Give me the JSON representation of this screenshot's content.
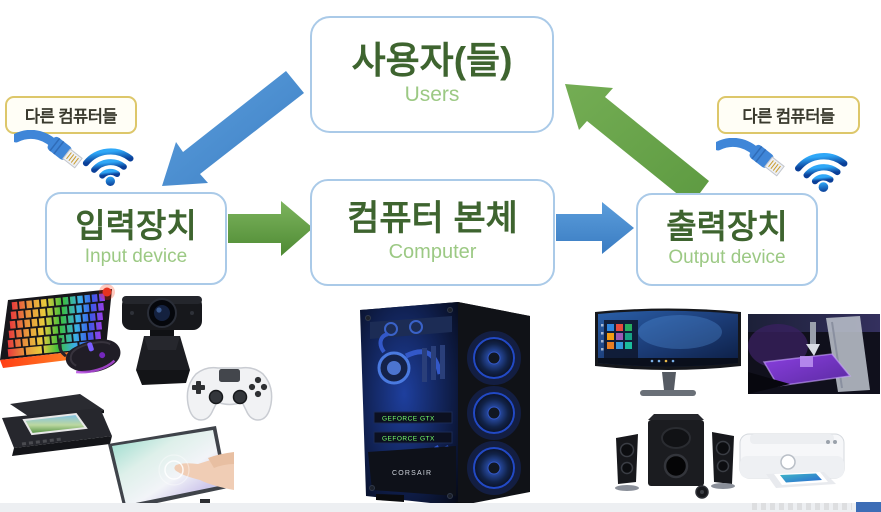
{
  "diagram_title": "computer-input-output-flow-diagram",
  "users_box": {
    "title": "사용자(들)",
    "subtitle": "Users"
  },
  "input_box": {
    "title": "입력장치",
    "subtitle": "Input device"
  },
  "computer_box": {
    "title": "컴퓨터 본체",
    "subtitle": "Computer"
  },
  "output_box": {
    "title": "출력장치",
    "subtitle": "Output device"
  },
  "labels": {
    "other_computers_left": "다른 컴퓨터들",
    "other_computers_right": "다른 컴퓨터들"
  },
  "tower": {
    "gpu_label": "GEFORCE GTX",
    "psu_label": "CORSAIR"
  },
  "arrows": [
    {
      "name": "users-to-input",
      "direction": "down-left",
      "color": "#4a8fd0"
    },
    {
      "name": "input-to-computer",
      "direction": "right",
      "color": "#69a84f"
    },
    {
      "name": "computer-to-output",
      "direction": "right",
      "color": "#4a8fd0"
    },
    {
      "name": "output-to-users",
      "direction": "up-right",
      "color": "#69a84f"
    }
  ],
  "icons": {
    "left": [
      "ethernet-cable-icon",
      "wifi-icon"
    ],
    "right": [
      "ethernet-cable-icon",
      "wifi-icon"
    ]
  },
  "device_images": {
    "input": [
      "rgb-gaming-keyboard",
      "gaming-mouse",
      "webcam",
      "game-controller",
      "flatbed-scanner",
      "touchscreen-tablet"
    ],
    "computer": [
      "pc-tower-case"
    ],
    "output": [
      "ultrawide-monitor",
      "3d-printer",
      "speaker-system",
      "inkjet-printer"
    ]
  },
  "colors": {
    "box_border": "#aacae8",
    "title_green": "#3e642f",
    "subtitle_green": "#9cc984",
    "label_border": "#ddc76a",
    "label_text": "#3a3a2e",
    "arrow_blue": "#4a8fd0",
    "arrow_green": "#69a84f",
    "wifi_blue": "#1565c0",
    "bottom_bar": "#edeff2",
    "corner_box_blue": "#3d6db6"
  }
}
